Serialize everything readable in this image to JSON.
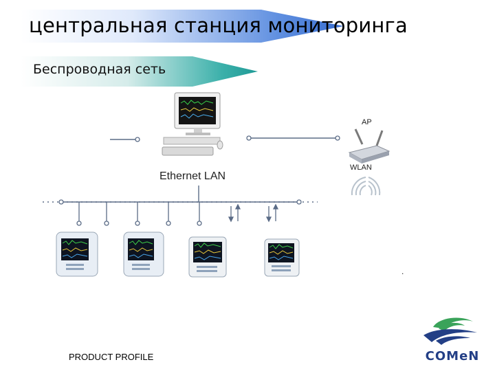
{
  "title": "центральная станция мониторинга",
  "subtitle": "Беспроводная сеть",
  "network": {
    "lan_label": "Ethernet LAN",
    "ap_label": "AP",
    "wlan_label": "WLAN"
  },
  "footer": {
    "product_profile": "PRODUCT  PROFILE"
  },
  "logo": {
    "text": "COMeN"
  },
  "colors": {
    "title_banner": "#3a6fd0",
    "subtitle_banner": "#1f9a96",
    "logo_blue": "#233f86",
    "logo_green": "#3aa35a"
  },
  "icons": [
    "workstation-icon",
    "access-point-icon",
    "wireless-signal-icon",
    "patient-monitor-icon",
    "comen-logo-icon"
  ]
}
